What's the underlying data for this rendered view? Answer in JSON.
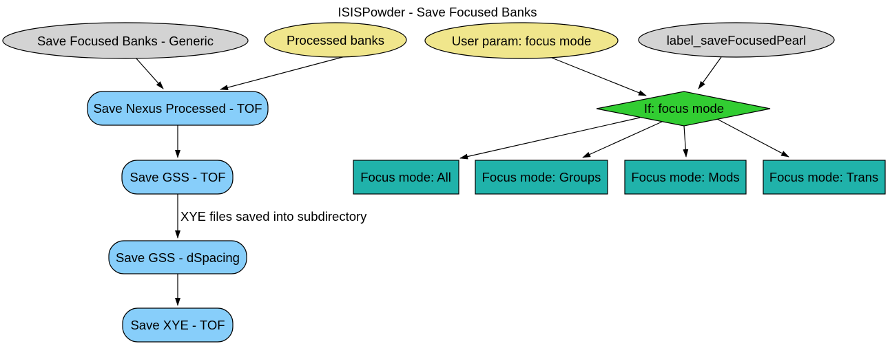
{
  "diagram": {
    "title": "ISISPowder - Save Focused Banks",
    "colors": {
      "parameter_gray": "#d3d3d3",
      "user_value_khaki": "#f0e68c",
      "algorithm_blue": "#87cefa",
      "decision_green": "#32cd32",
      "result_teal": "#20b2aa",
      "edge_black": "#000000"
    },
    "nodes": {
      "save_focused_banks_generic": {
        "label": "Save Focused Banks - Generic"
      },
      "processed_banks": {
        "label": "Processed banks"
      },
      "user_param_focus_mode": {
        "label": "User param: focus mode"
      },
      "label_save_focused_pearl": {
        "label": "label_saveFocusedPearl"
      },
      "save_nexus_processed_tof": {
        "label": "Save Nexus Processed - TOF"
      },
      "save_gss_tof": {
        "label": "Save GSS - TOF"
      },
      "save_gss_dspacing": {
        "label": "Save GSS - dSpacing"
      },
      "save_xye_tof": {
        "label": "Save XYE - TOF"
      },
      "if_focus_mode": {
        "label": "If: focus mode"
      },
      "focus_mode_all": {
        "label": "Focus mode: All"
      },
      "focus_mode_groups": {
        "label": "Focus mode: Groups"
      },
      "focus_mode_mods": {
        "label": "Focus mode: Mods"
      },
      "focus_mode_trans": {
        "label": "Focus mode: Trans"
      }
    },
    "edge_labels": {
      "gss_tof_to_dspacing": "XYE files saved into subdirectory"
    }
  }
}
